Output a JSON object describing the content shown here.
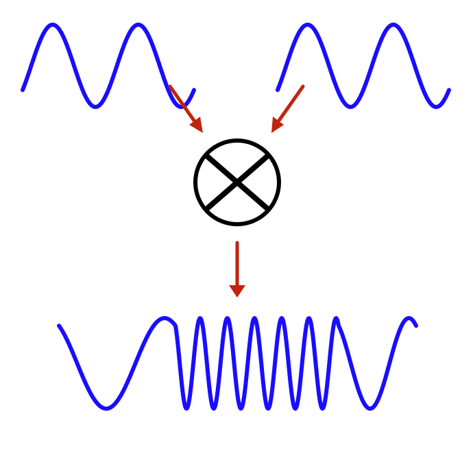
{
  "diagram": {
    "description_visible_text": "",
    "colors": {
      "wave": "#1a0dff",
      "arrow": "#c0240f",
      "mixer": "#000000",
      "background": "#ffffff"
    },
    "icons": {
      "mixer": "circled-times-icon",
      "arrow": "arrow-icon"
    },
    "inputs": [
      {
        "cycles": 2,
        "frequency": 1
      },
      {
        "cycles": 2,
        "frequency": 1
      }
    ],
    "output": {
      "segments": [
        {
          "cycles": 1,
          "frequency": "low"
        },
        {
          "cycles": 6,
          "frequency": "high"
        },
        {
          "cycles": 1,
          "frequency": "low"
        }
      ]
    }
  }
}
